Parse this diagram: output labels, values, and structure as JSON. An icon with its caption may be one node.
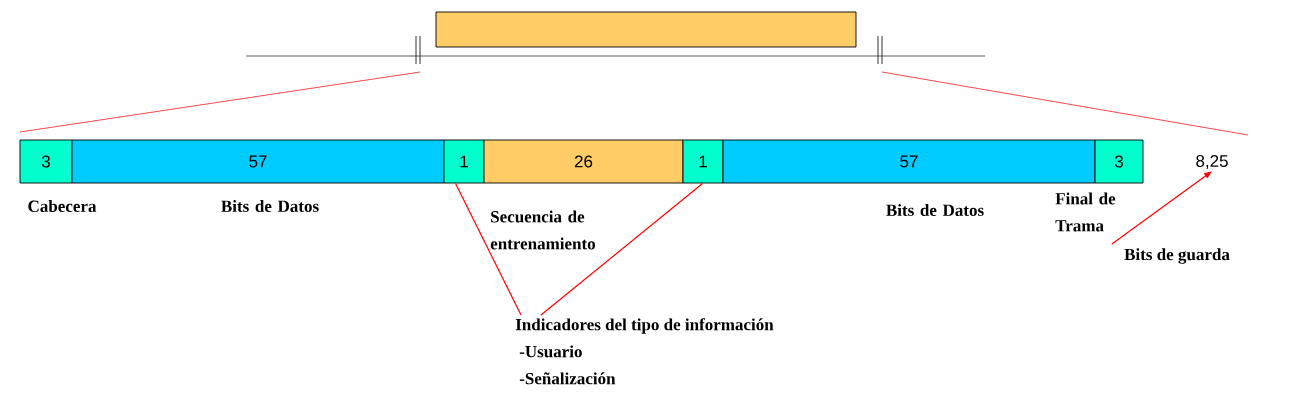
{
  "diagram": {
    "nodes": [
      {
        "text": [],
        "shape": "bar"
      },
      {
        "text": [
          "3"
        ],
        "beside": [
          "Cabecera"
        ]
      },
      {
        "text": [
          "57"
        ],
        "beside": [
          "Bits de Datos"
        ]
      },
      {
        "text": [
          "1"
        ]
      },
      {
        "text": [
          "26"
        ],
        "beside": [
          "Secuencia de entrenamiento"
        ]
      },
      {
        "text": [
          "1"
        ]
      },
      {
        "text": [
          "57"
        ],
        "beside": [
          "Bits de Datos"
        ]
      },
      {
        "text": [
          "3"
        ],
        "beside": [
          "Final de Trama"
        ]
      },
      {
        "text": [
          "8,25"
        ]
      },
      {
        "text": [
          "Indicadores del tipo de información",
          "-Usuario",
          "-Señalización"
        ]
      },
      {
        "text": [
          "Bits de guarda"
        ]
      }
    ],
    "edges": [
      {
        "from": 9,
        "to": 3,
        "arrow": "none",
        "color": "#ff0000"
      },
      {
        "from": 9,
        "to": 5,
        "arrow": "none",
        "color": "#ff0000"
      },
      {
        "from": 10,
        "to": 8,
        "arrow": "to",
        "color": "#ff0000"
      }
    ]
  }
}
